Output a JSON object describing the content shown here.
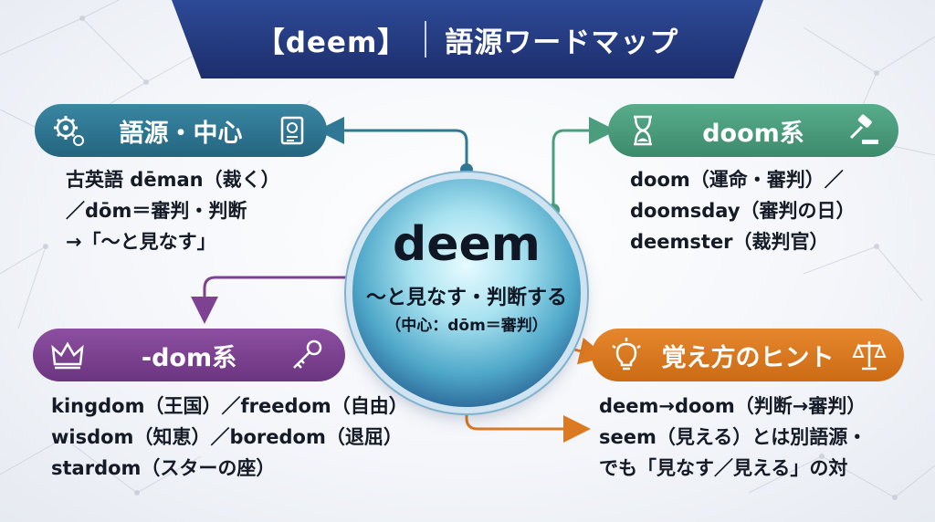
{
  "title": {
    "keyword": "【deem】",
    "label": "語源ワードマップ"
  },
  "center": {
    "word": "deem",
    "meaning": "〜と見なす・判断する",
    "note": "（中心：dōm＝審判）"
  },
  "sections": {
    "etymology": {
      "heading": "語源・中心",
      "icon": "gears-icon",
      "icon2": "scroll-icon",
      "lines": [
        "古英語 dēman（裁く）",
        "／dōm＝審判・判断",
        "→「〜と見なす」"
      ]
    },
    "doom": {
      "heading": "doom系",
      "icon": "hourglass-icon",
      "icon2": "gavel-icon",
      "lines": [
        "doom（運命・審判）／",
        "doomsday（審判の日）",
        "deemster（裁判官）"
      ]
    },
    "dom": {
      "heading": "-dom系",
      "icon": "crown-icon",
      "icon2": "key-icon",
      "lines": [
        "kingdom（王国）／freedom（自由）",
        "wisdom（知恵）／boredom（退屈）",
        "stardom（スターの座）"
      ]
    },
    "hint": {
      "heading": "覚え方のヒント",
      "icon": "lightbulb-icon",
      "icon2": "scales-icon",
      "lines": [
        "deem→doom（判断→審判）",
        "seem（見える）とは別語源・",
        "でも「見なす／見える」の対"
      ]
    }
  },
  "colors": {
    "teal": "#2f7896",
    "green": "#4a9e7e",
    "purple": "#7d4392",
    "orange": "#dc7a22",
    "navy": "#233a80"
  }
}
